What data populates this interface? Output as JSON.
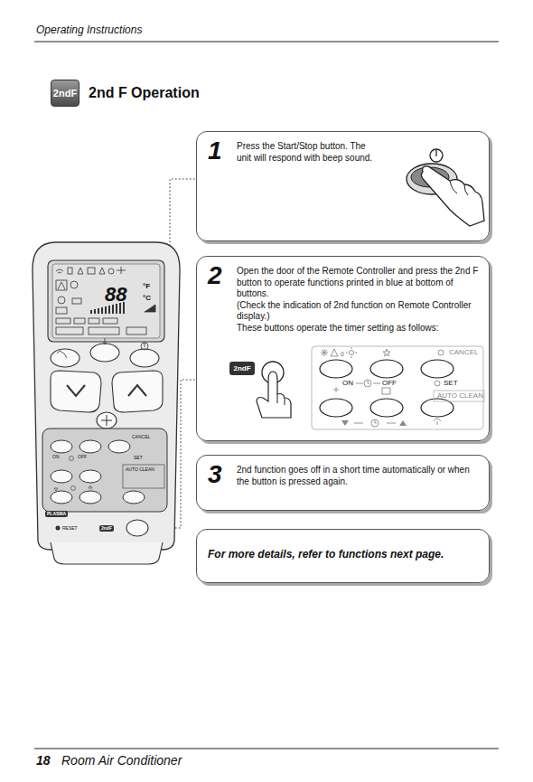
{
  "diagram": {
    "title": "2nd F Operation",
    "nodes": [
      {
        "text": [
          "2ndF"
        ]
      },
      {
        "text": [
          "1",
          "Press the Start/Stop button. The unit will respond with beep sound."
        ]
      },
      {
        "text": [
          "2",
          "Open the door of the Remote Controller and press the 2nd F button to operate functions printed in blue at bottom of buttons.",
          "(Check the indication of 2nd function on Remote Controller display.)",
          "These buttons operate the timer setting as follows:"
        ]
      },
      {
        "text": [
          "2ndF"
        ],
        "in": 2
      },
      {
        "text": [
          "3",
          "2nd function goes off in a short time automatically or when the button is pressed again."
        ]
      },
      {
        "text": [
          "For more details, refer to functions next page."
        ]
      }
    ],
    "labels": [
      "Operating Instructions",
      "18",
      "Room Air Conditioner",
      "CANCEL",
      "ON",
      "OFF",
      "SET",
      "AUTO CLEAN",
      "88",
      "°F",
      "°C",
      "CANCEL",
      "ON",
      "OFF",
      "SET",
      "AUTO CLEAN",
      "PLASMA",
      "RESET",
      "2ndF"
    ]
  }
}
